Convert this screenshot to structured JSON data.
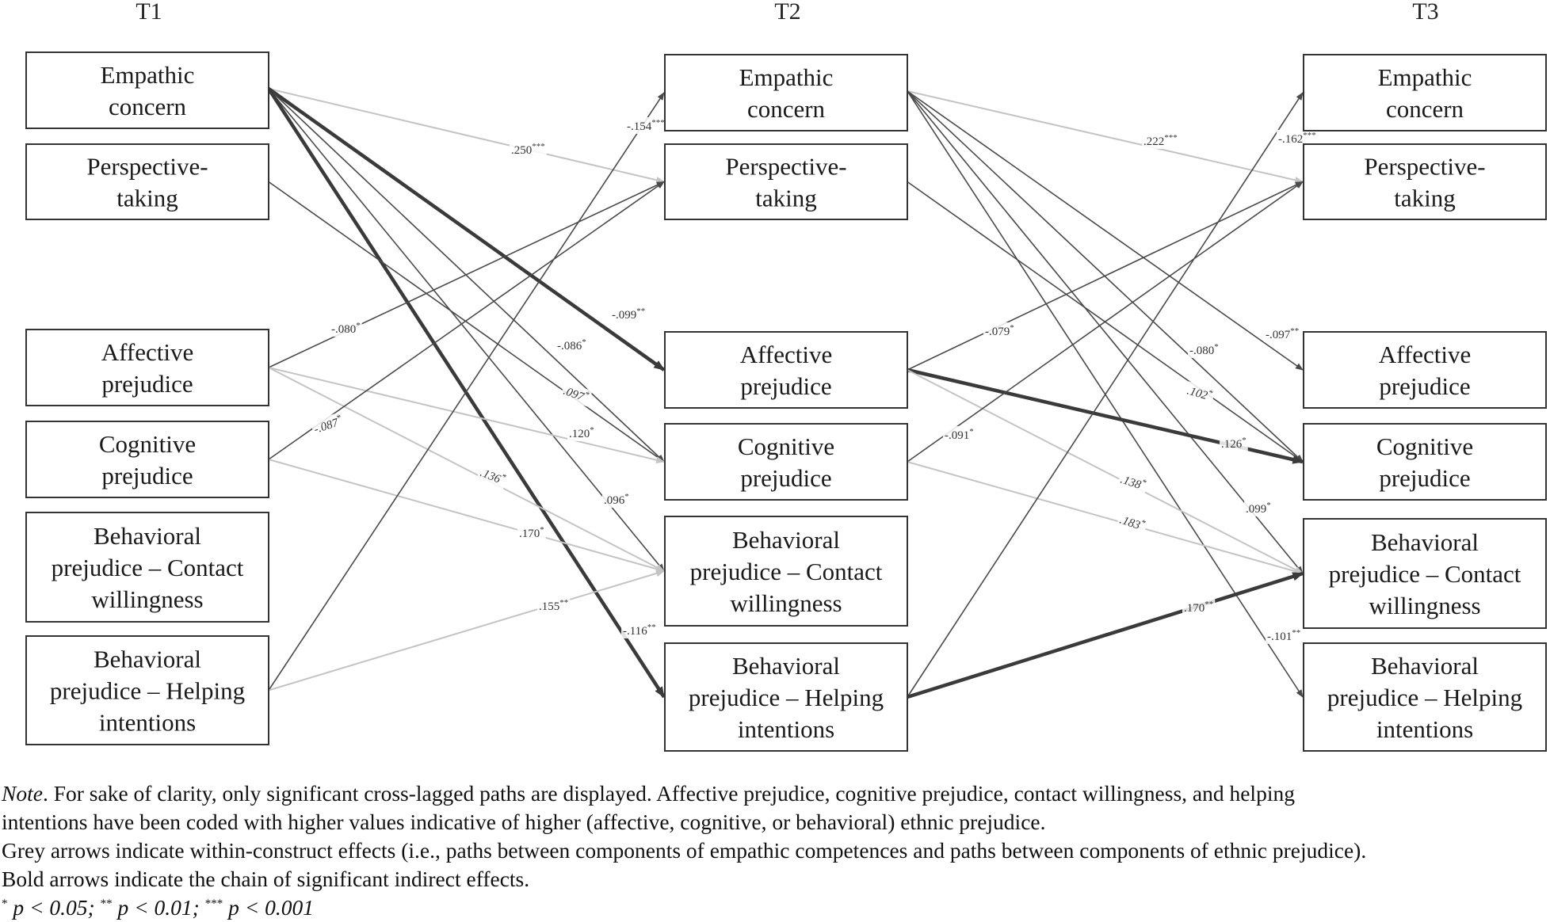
{
  "columns": [
    "T1",
    "T2",
    "T3"
  ],
  "constructs": [
    [
      "Empathic",
      "concern"
    ],
    [
      "Perspective-",
      "taking"
    ],
    [
      "Affective",
      "prejudice"
    ],
    [
      "Cognitive",
      "prejudice"
    ],
    [
      "Behavioral",
      "prejudice – Contact",
      "willingness"
    ],
    [
      "Behavioral",
      "prejudice – Helping",
      "intentions"
    ]
  ],
  "paths": [
    {
      "from": "T1.0",
      "to": "T2.1",
      "label": ".250***",
      "style": "grey"
    },
    {
      "from": "T1.0",
      "to": "T2.2",
      "label": "-.099**",
      "style": "bold"
    },
    {
      "from": "T1.0",
      "to": "T2.3",
      "label": "-.086*",
      "style": "normal"
    },
    {
      "from": "T1.0",
      "to": "T2.4",
      "label": ".096*",
      "style": "normal"
    },
    {
      "from": "T1.0",
      "to": "T2.5",
      "label": "-.116**",
      "style": "bold"
    },
    {
      "from": "T1.1",
      "to": "T2.3",
      "label": ".097*",
      "style": "normal"
    },
    {
      "from": "T1.2",
      "to": "T2.1",
      "label": "-.080*",
      "style": "normal"
    },
    {
      "from": "T1.2",
      "to": "T2.3",
      "label": ".120*",
      "style": "grey"
    },
    {
      "from": "T1.2",
      "to": "T2.4",
      "label": ".136*",
      "style": "grey"
    },
    {
      "from": "T1.3",
      "to": "T2.1",
      "label": "-.087*",
      "style": "normal"
    },
    {
      "from": "T1.3",
      "to": "T2.4",
      "label": ".170*",
      "style": "grey"
    },
    {
      "from": "T1.5",
      "to": "T2.0",
      "label": "-.154***",
      "style": "normal"
    },
    {
      "from": "T1.5",
      "to": "T2.4",
      "label": ".155**",
      "style": "grey"
    },
    {
      "from": "T2.0",
      "to": "T3.1",
      "label": ".222***",
      "style": "grey"
    },
    {
      "from": "T2.0",
      "to": "T3.2",
      "label": "-.097**",
      "style": "normal"
    },
    {
      "from": "T2.0",
      "to": "T3.3",
      "label": "-.080*",
      "style": "normal"
    },
    {
      "from": "T2.0",
      "to": "T3.4",
      "label": ".099*",
      "style": "normal"
    },
    {
      "from": "T2.0",
      "to": "T3.5",
      "label": "-.101**",
      "style": "normal"
    },
    {
      "from": "T2.1",
      "to": "T3.3",
      "label": ".102*",
      "style": "normal"
    },
    {
      "from": "T2.2",
      "to": "T3.1",
      "label": "-.079*",
      "style": "normal"
    },
    {
      "from": "T2.2",
      "to": "T3.3",
      "label": ".126*",
      "style": "bold"
    },
    {
      "from": "T2.2",
      "to": "T3.4",
      "label": ".138*",
      "style": "grey"
    },
    {
      "from": "T2.3",
      "to": "T3.1",
      "label": "-.091*",
      "style": "normal"
    },
    {
      "from": "T2.3",
      "to": "T3.4",
      "label": ".183*",
      "style": "grey"
    },
    {
      "from": "T2.5",
      "to": "T3.0",
      "label": "-.162***",
      "style": "normal"
    },
    {
      "from": "T2.5",
      "to": "T3.4",
      "label": ".170**",
      "style": "bold"
    }
  ],
  "note": {
    "lead": "Note",
    "line1": ". For sake of clarity, only significant cross-lagged paths are displayed. Affective prejudice, cognitive prejudice, contact willingness, and helping",
    "line2": "intentions have been coded with higher values indicative of higher (affective, cognitive, or behavioral) ethnic prejudice.",
    "line3": "Grey arrows indicate within-construct effects (i.e., paths between components of empathic competences and paths between components of ethnic prejudice).",
    "line4": "Bold arrows indicate the chain of significant indirect effects.",
    "sig": [
      {
        "stars": "*",
        "text": "p < 0.05;"
      },
      {
        "stars": "**",
        "text": "p < 0.01;"
      },
      {
        "stars": "***",
        "text": "p < 0.001"
      }
    ]
  },
  "colors": {
    "bold": "#3a3a3a",
    "normal": "#4a4a4a",
    "grey": "#c4c4c4",
    "label": "#333333",
    "box_border": "#333333"
  }
}
